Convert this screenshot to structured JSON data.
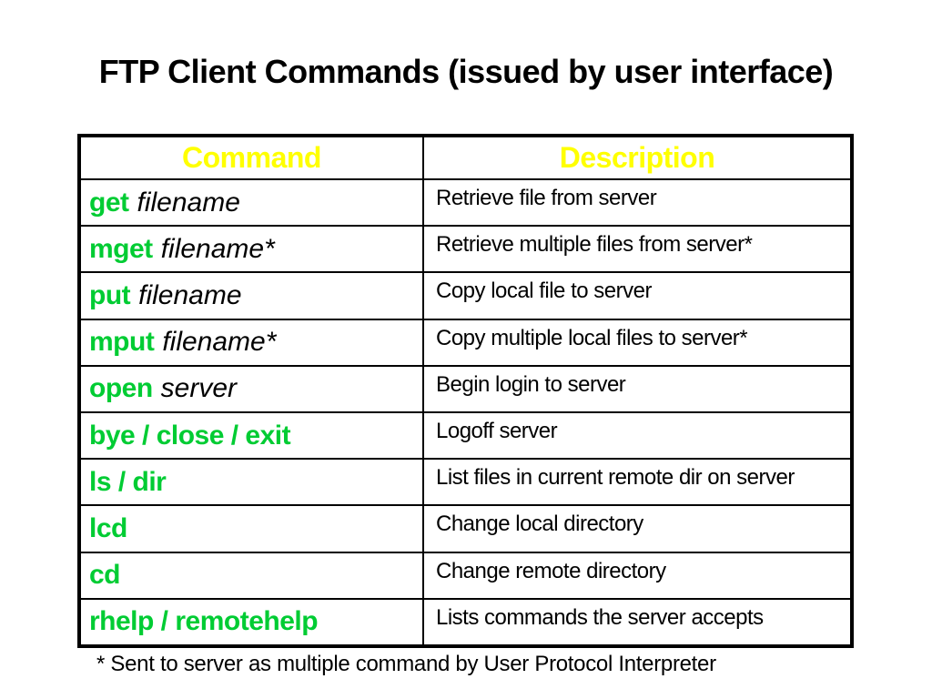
{
  "slide": {
    "title": "FTP Client Commands (issued by user interface)",
    "footnote": "* Sent to server as multiple command by User Protocol Interpreter"
  },
  "colors": {
    "background": "#FFFFFF",
    "header_text": "#FFFF00",
    "command_text": "#00CC33",
    "body_text": "#000000",
    "table_border": "#000000"
  },
  "table": {
    "headers": [
      "Command",
      "Description"
    ],
    "rows": [
      {
        "command": "get",
        "argument": "filename",
        "description": "Retrieve file from server"
      },
      {
        "command": "mget",
        "argument": "filename*",
        "description": "Retrieve multiple files from server*"
      },
      {
        "command": "put",
        "argument": "filename",
        "description": "Copy local file to server"
      },
      {
        "command": "mput",
        "argument": "filename*",
        "description": "Copy multiple local files to server*"
      },
      {
        "command": "open",
        "argument": "server",
        "description": "Begin login to server"
      },
      {
        "command": "bye / close / exit",
        "argument": "",
        "description": "Logoff server"
      },
      {
        "command": "ls / dir",
        "argument": "",
        "description": "List files in current remote dir on server"
      },
      {
        "command": "lcd",
        "argument": "",
        "description": "Change local directory"
      },
      {
        "command": "cd",
        "argument": "",
        "description": "Change remote directory"
      },
      {
        "command": "rhelp / remotehelp",
        "argument": "",
        "description": "Lists commands the server accepts"
      }
    ]
  }
}
